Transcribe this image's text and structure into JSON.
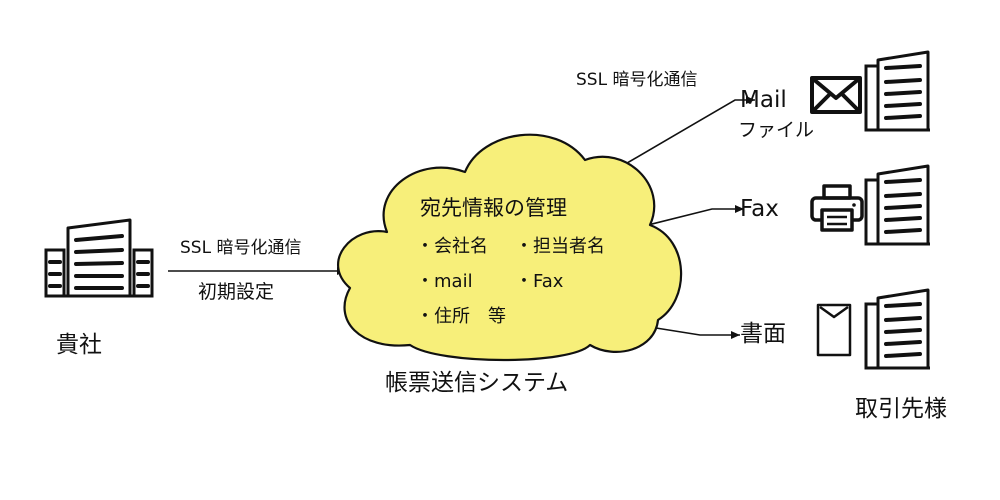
{
  "colors": {
    "cloud_fill": "#f7ef7a",
    "ink": "#111111",
    "background": "#ffffff"
  },
  "icons": {
    "sender": "building-icon",
    "mail": "envelope-icon",
    "fax": "printer-icon",
    "paper": "document-icon",
    "recipient": "building-icon"
  },
  "sender": {
    "label": "貴社"
  },
  "link_in": {
    "protocol": "SSL 暗号化通信",
    "note": "初期設定"
  },
  "cloud": {
    "title": "宛先情報の管理",
    "items": [
      "・会社名",
      "・担当者名",
      "・mail",
      "・Fax",
      "・住所　等"
    ]
  },
  "system": {
    "label": "帳票送信システム"
  },
  "outputs": {
    "protocol": "SSL 暗号化通信",
    "mail": {
      "label": "Mail",
      "sub": "ファイル"
    },
    "fax": {
      "label": "Fax"
    },
    "paper": {
      "label": "書面"
    }
  },
  "recipient": {
    "label": "取引先様"
  }
}
